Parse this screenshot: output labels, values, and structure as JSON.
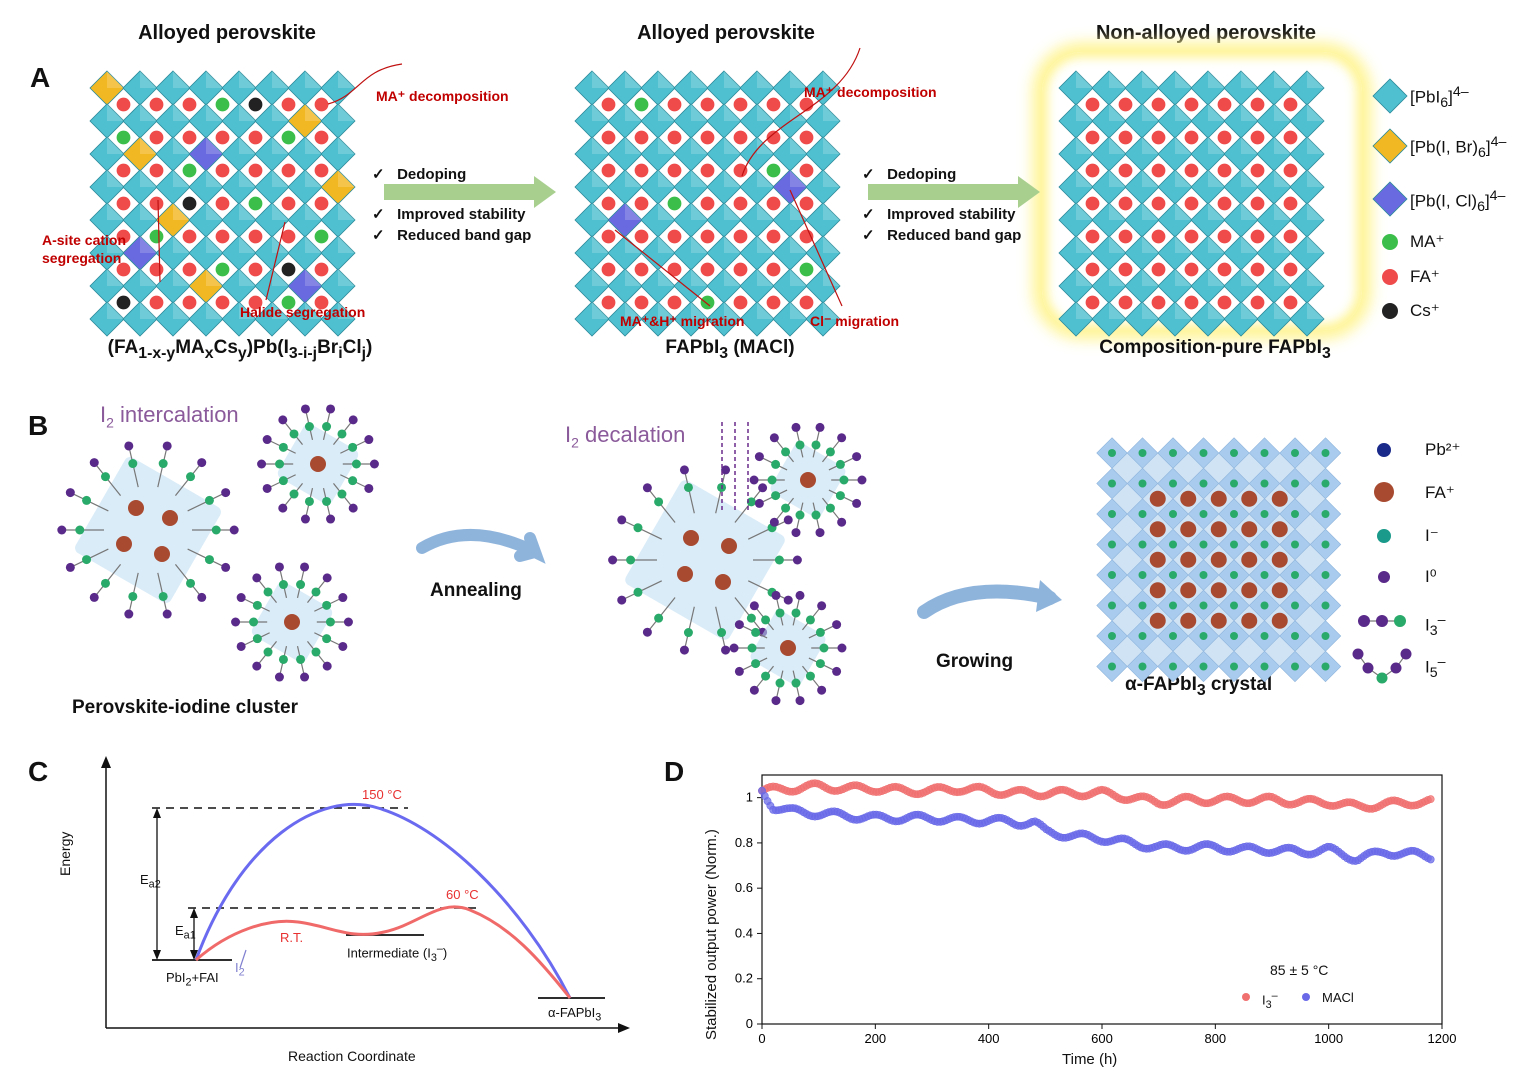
{
  "panelA": {
    "letter": "A",
    "titles": [
      "Alloyed perovskite",
      "Alloyed perovskite",
      "Non-alloyed perovskite"
    ],
    "annotations": {
      "ma_decomp_1": "MA⁺ decomposition",
      "ma_decomp_2": "MA⁺ decomposition",
      "asite_1": "A-site cation",
      "asite_2": "segregation",
      "halide_seg": "Halide segregation",
      "ma_h_migration": "MA⁺&H⁺ migration",
      "cl_migration": "Cl⁻ migration"
    },
    "checks": [
      "Dedoping",
      "Improved stability",
      "Reduced band gap"
    ],
    "formulas": [
      "(FA1-x-yMAxCsy)Pb(I3-i-jBriClj)",
      "FAPbI3 (MACl)",
      "Composition-pure FAPbI3"
    ],
    "legend": [
      "[PbI6]4–",
      "[Pb(I, Br)6]4–",
      "[Pb(I, Cl)6]4–",
      "MA⁺",
      "FA⁺",
      "Cs⁺"
    ],
    "colors": {
      "octa": "#4fc0cf",
      "br": "#f2b824",
      "cl": "#6a6ae0",
      "ma": "#3bbf4a",
      "fa": "#ef4b4b",
      "cs": "#222222"
    }
  },
  "panelB": {
    "letter": "B",
    "intercalation": "I2 intercalation",
    "decalation": "I2 decalation",
    "cluster_label": "Perovskite-iodine cluster",
    "annealing": "Annealing",
    "growing": "Growing",
    "crystal_label": "α-FAPbI3 crystal",
    "legend": [
      "Pb²⁺",
      "FA⁺",
      "I⁻",
      "I⁰",
      "I3⁻",
      "I5⁻"
    ],
    "colors": {
      "pb": "#1a2a8a",
      "fa": "#a84a30",
      "iminus": "#1a9a8a",
      "i0": "#5a2a8a",
      "iodine_green": "#2aaa6a",
      "arrow": "#8fb4dc"
    }
  },
  "panelC": {
    "letter": "C",
    "ylabel": "Energy",
    "xlabel": "Reaction Coordinate",
    "t150": "150 °C",
    "t60": "60 °C",
    "rt": "R.T.",
    "ea2": "Ea2",
    "ea1": "Ea1",
    "start": "PbI2+FAI",
    "i2": "I2",
    "intermediate": "Intermediate (I3⁻)",
    "product": "α-FAPbI3"
  },
  "chart_data": {
    "type": "scatter",
    "xlabel": "Time (h)",
    "ylabel": "Stabilized output power (Norm.)",
    "xlim": [
      0,
      1200
    ],
    "ylim": [
      0,
      1.1
    ],
    "xticks": [
      0,
      200,
      400,
      600,
      800,
      1000,
      1200
    ],
    "yticks": [
      0,
      0.2,
      0.4,
      0.6,
      0.8,
      1
    ],
    "annotation": "85 ± 5 °C",
    "letter": "D",
    "series": [
      {
        "name": "I3⁻",
        "color": "#f07070",
        "x": [
          0,
          50,
          100,
          150,
          200,
          250,
          300,
          350,
          400,
          450,
          500,
          550,
          600,
          650,
          700,
          750,
          800,
          850,
          900,
          950,
          1000,
          1050,
          1100,
          1150,
          1180
        ],
        "values": [
          1.03,
          1.04,
          1.05,
          1.04,
          1.04,
          1.03,
          1.03,
          1.04,
          1.03,
          1.02,
          1.02,
          1.02,
          1.02,
          1.0,
          0.98,
          0.99,
          0.99,
          0.99,
          0.99,
          0.98,
          0.98,
          0.96,
          0.97,
          0.98,
          0.98
        ]
      },
      {
        "name": "MACl",
        "color": "#6a6ae8",
        "x": [
          0,
          20,
          50,
          100,
          150,
          200,
          250,
          300,
          350,
          400,
          450,
          480,
          500,
          550,
          600,
          650,
          700,
          750,
          800,
          850,
          900,
          950,
          1000,
          1050,
          1100,
          1150,
          1180
        ],
        "values": [
          1.03,
          0.96,
          0.94,
          0.93,
          0.92,
          0.91,
          0.91,
          0.91,
          0.9,
          0.9,
          0.89,
          0.89,
          0.85,
          0.83,
          0.82,
          0.8,
          0.78,
          0.78,
          0.78,
          0.77,
          0.77,
          0.76,
          0.77,
          0.73,
          0.76,
          0.75,
          0.74
        ]
      }
    ]
  }
}
